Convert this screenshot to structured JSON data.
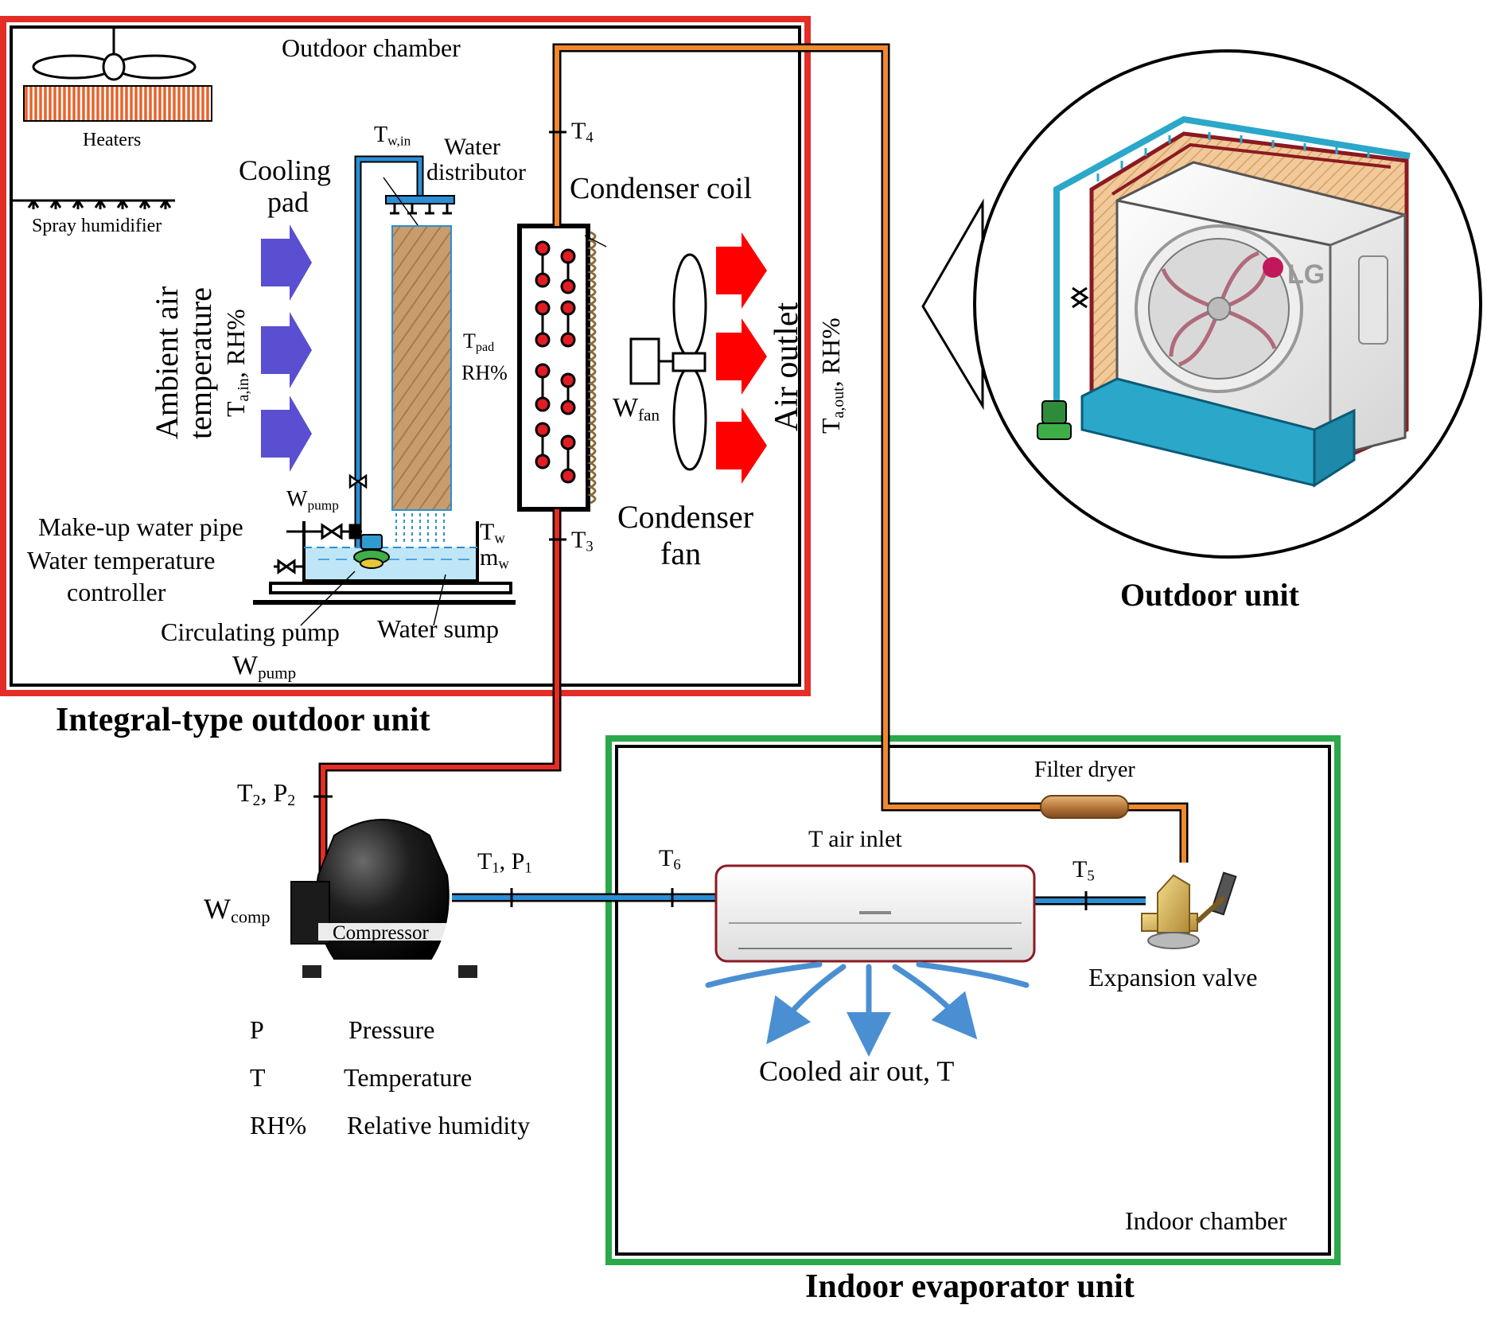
{
  "colors": {
    "outdoor_frame": "#e32d26",
    "indoor_frame": "#2aa84a",
    "discharge_line": "#e32d26",
    "liquid_line": "#f0882d",
    "suction_line": "#2b8fd6",
    "water_line": "#2b8fd6",
    "ambient_arrow": "#5a4fd0",
    "outlet_arrow": "#ff0000",
    "cooling_pad": "#c89c6c"
  },
  "labels": {
    "outdoor_chamber": "Outdoor chamber",
    "heaters": "Heaters",
    "spray_humidifier": "Spray humidifier",
    "t_w_in": {
      "main": "T",
      "sub": "w,in"
    },
    "water_distributor_1": "Water",
    "water_distributor_2": "distributor",
    "cooling_pad_1": "Cooling",
    "cooling_pad_2": "pad",
    "t4": {
      "main": "T",
      "sub": "4"
    },
    "condenser_coil": "Condenser coil",
    "ambient_air_1": "Ambient air",
    "ambient_air_2": "temperature",
    "t_a_in": {
      "main": "T",
      "sub": "a,in",
      "tail": ", RH%"
    },
    "t_pad": {
      "main": "T",
      "sub": "pad"
    },
    "pad_rh": "RH%",
    "w_fan": {
      "main": "W",
      "sub": "fan"
    },
    "air_outlet": "Air outlet",
    "t_a_out": {
      "main": "T",
      "sub": "a,out",
      "tail": ", RH%"
    },
    "w_pump_top": {
      "main": "W",
      "sub": "pump"
    },
    "makeup_pipe": "Make-up water pipe",
    "water_temp_controller_1": "Water temperature",
    "water_temp_controller_2": "controller",
    "t_w": {
      "main": "T",
      "sub": "w"
    },
    "m_w": {
      "main": "m",
      "sub": "w"
    },
    "t3": {
      "main": "T",
      "sub": "3"
    },
    "condenser_fan_1": "Condenser",
    "condenser_fan_2": "fan",
    "circulating_pump": "Circulating pump",
    "water_sump": "Water sump",
    "w_pump_bottom": {
      "main": "W",
      "sub": "pump"
    },
    "integral_unit_title": "Integral-type outdoor unit",
    "outdoor_unit_title": "Outdoor unit",
    "lg_brand": "LG",
    "t2_p2": {
      "a": "T",
      "as": "2",
      "b": ", P",
      "bs": "2"
    },
    "filter_dryer": "Filter dryer",
    "t_air_inlet": "T air inlet",
    "t1_p1": {
      "a": "T",
      "as": "1",
      "b": ", P",
      "bs": "1"
    },
    "t6": {
      "main": "T",
      "sub": "6"
    },
    "t5": {
      "main": "T",
      "sub": "5"
    },
    "w_comp": {
      "main": "W",
      "sub": "comp"
    },
    "compressor": "Compressor",
    "expansion_valve": "Expansion valve",
    "cooled_air": "Cooled air out, T",
    "indoor_chamber": "Indoor chamber",
    "indoor_unit_title": "Indoor evaporator unit"
  },
  "legend": [
    {
      "symbol": "P",
      "meaning": "Pressure"
    },
    {
      "symbol": "T",
      "meaning": "Temperature"
    },
    {
      "symbol": "RH%",
      "meaning": "Relative humidity"
    }
  ]
}
